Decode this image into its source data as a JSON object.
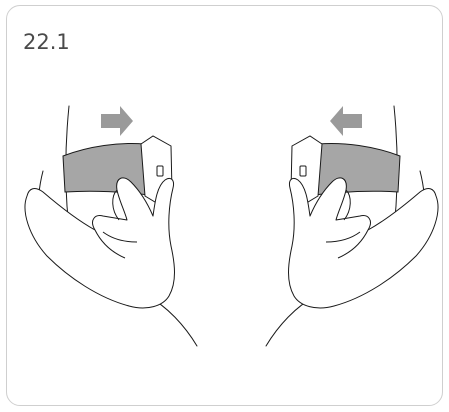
{
  "step": {
    "number": "22.1"
  },
  "illustration": {
    "left_panel": {
      "arrow_direction": "right",
      "subject": "hands-sliding-band-icon"
    },
    "right_panel": {
      "arrow_direction": "left",
      "subject": "hands-sliding-band-icon"
    }
  },
  "colors": {
    "band_fill": "#a6a6a6",
    "arrow_fill": "#9a9a9a",
    "outline": "#1a1a1a",
    "card_border": "#cfcfcf"
  }
}
